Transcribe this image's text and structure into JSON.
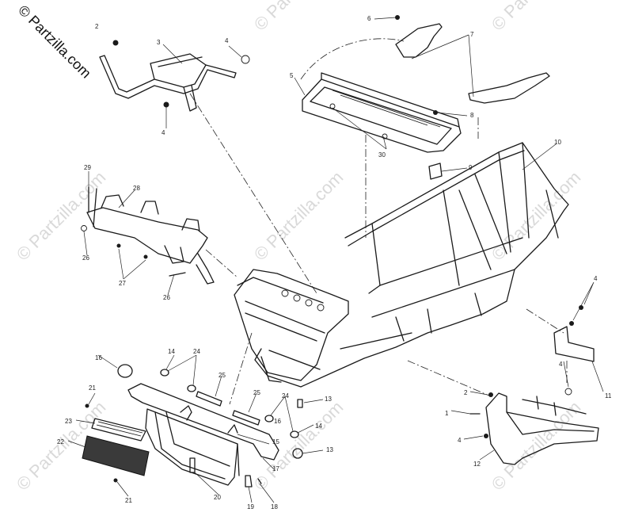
{
  "watermark": {
    "main_text": "© Partzilla.com",
    "tile_text": "© Partzilla.com"
  },
  "callouts": {
    "c1": "1",
    "c2a": "2",
    "c2b": "2",
    "c3": "3",
    "c4a": "4",
    "c4b": "4",
    "c4c": "4",
    "c4d": "4",
    "c4e": "4",
    "c5": "5",
    "c6": "6",
    "c7": "7",
    "c8": "8",
    "c9": "9",
    "c10": "10",
    "c11": "11",
    "c12": "12",
    "c13a": "13",
    "c13b": "13",
    "c14a": "14",
    "c14b": "14",
    "c15": "15",
    "c16a": "16",
    "c16b": "16",
    "c17": "17",
    "c18": "18",
    "c19": "19",
    "c20": "20",
    "c21a": "21",
    "c21b": "21",
    "c22": "22",
    "c23": "23",
    "c24a": "24",
    "c24b": "24",
    "c25a": "25",
    "c25b": "25",
    "c26a": "26",
    "c26b": "26",
    "c27": "27",
    "c28": "28",
    "c29": "29",
    "c30": "30"
  },
  "colors": {
    "line": "#1a1a1a",
    "watermark": "#d9d9d9",
    "background": "#ffffff"
  }
}
